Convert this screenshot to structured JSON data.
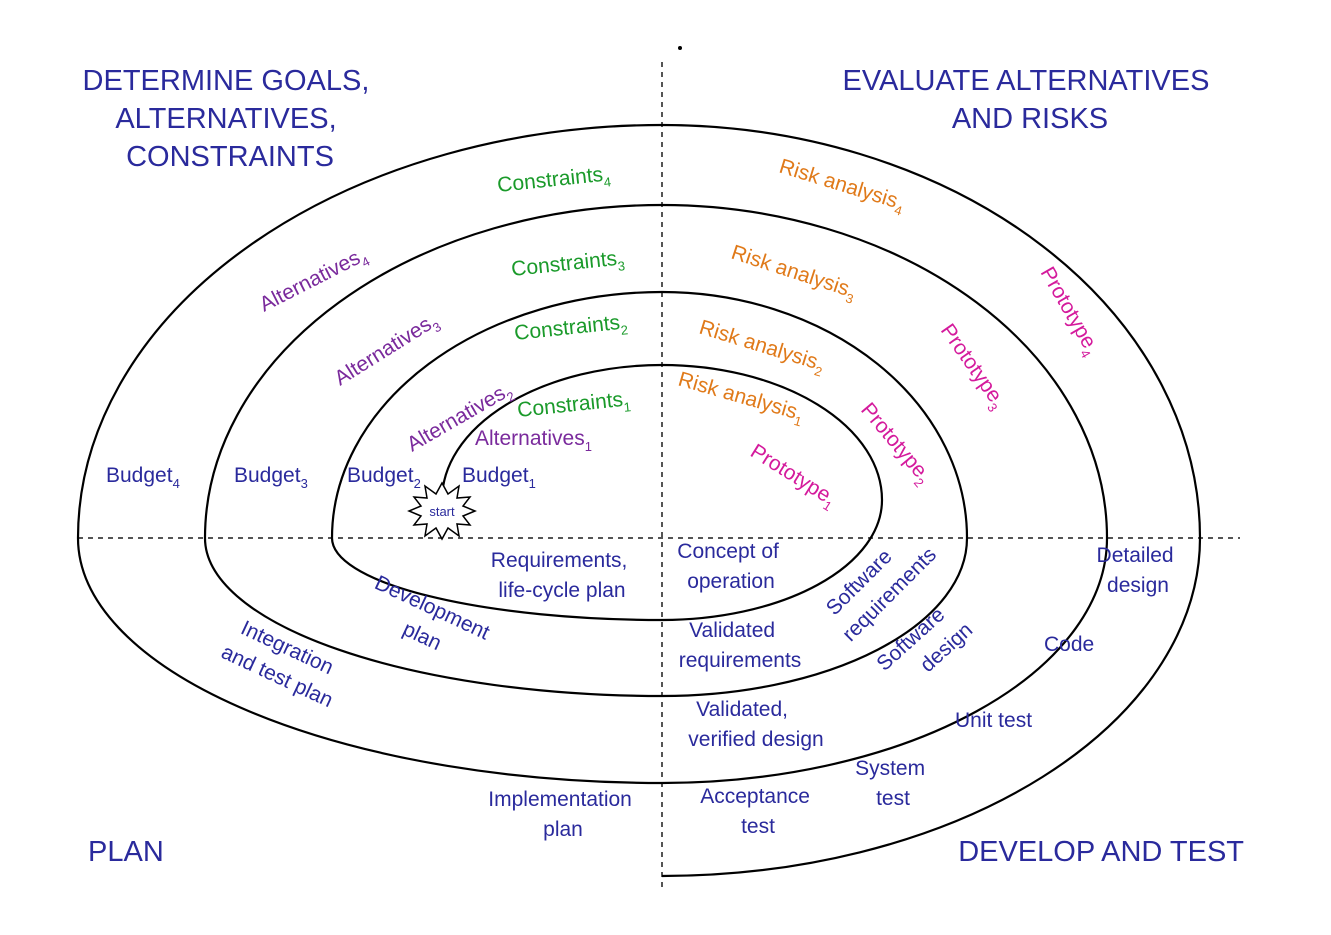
{
  "colors": {
    "quadrant": "#2a2a9c",
    "plan": "#2a2a9c",
    "alternatives": "#7a2a9c",
    "constraints": "#1a9a2a",
    "risk": "#e07a1a",
    "prototype": "#d41a9c",
    "develop": "#2a2a9c",
    "spiral": "#000000"
  },
  "quadrants": {
    "top_left": [
      "DETERMINE GOALS,",
      "ALTERNATIVES,",
      "CONSTRAINTS"
    ],
    "top_right": [
      "EVALUATE ALTERNATIVES",
      "AND RISKS"
    ],
    "bottom_left": "PLAN",
    "bottom_right": "DEVELOP AND TEST"
  },
  "start": "start",
  "budget": [
    {
      "base": "Budget",
      "sub": "1"
    },
    {
      "base": "Budget",
      "sub": "2"
    },
    {
      "base": "Budget",
      "sub": "3"
    },
    {
      "base": "Budget",
      "sub": "4"
    }
  ],
  "alternatives": [
    {
      "base": "Alternatives",
      "sub": "1"
    },
    {
      "base": "Alternatives",
      "sub": "2"
    },
    {
      "base": "Alternatives",
      "sub": "3"
    },
    {
      "base": "Alternatives",
      "sub": "4"
    }
  ],
  "constraints": [
    {
      "base": "Constraints",
      "sub": "1"
    },
    {
      "base": "Constraints",
      "sub": "2"
    },
    {
      "base": "Constraints",
      "sub": "3"
    },
    {
      "base": "Constraints",
      "sub": "4"
    }
  ],
  "risk_analysis": [
    {
      "base": "Risk analysis",
      "sub": "1"
    },
    {
      "base": "Risk analysis",
      "sub": "2"
    },
    {
      "base": "Risk analysis",
      "sub": "3"
    },
    {
      "base": "Risk analysis",
      "sub": "4"
    }
  ],
  "prototype": [
    {
      "base": "Prototype",
      "sub": "1"
    },
    {
      "base": "Prototype",
      "sub": "2"
    },
    {
      "base": "Prototype",
      "sub": "3"
    },
    {
      "base": "Prototype",
      "sub": "4"
    }
  ],
  "plan_labels": {
    "requirements": [
      "Requirements,",
      "life-cycle plan"
    ],
    "development": [
      "Development",
      "plan"
    ],
    "integration": [
      "Integration",
      "and test plan"
    ],
    "implementation": [
      "Implementation",
      "plan"
    ]
  },
  "develop_labels": {
    "concept": [
      "Concept of",
      "operation"
    ],
    "software_requirements": [
      "Software",
      "requirements"
    ],
    "validated_requirements": [
      "Validated",
      "requirements"
    ],
    "software_design": [
      "Software",
      "design"
    ],
    "validated_design": [
      "Validated,",
      "verified design"
    ],
    "detailed_design": [
      "Detailed",
      "design"
    ],
    "code": "Code",
    "unit_test": "Unit test",
    "system_test": [
      "System",
      "test"
    ],
    "acceptance_test": [
      "Acceptance",
      "test"
    ]
  }
}
